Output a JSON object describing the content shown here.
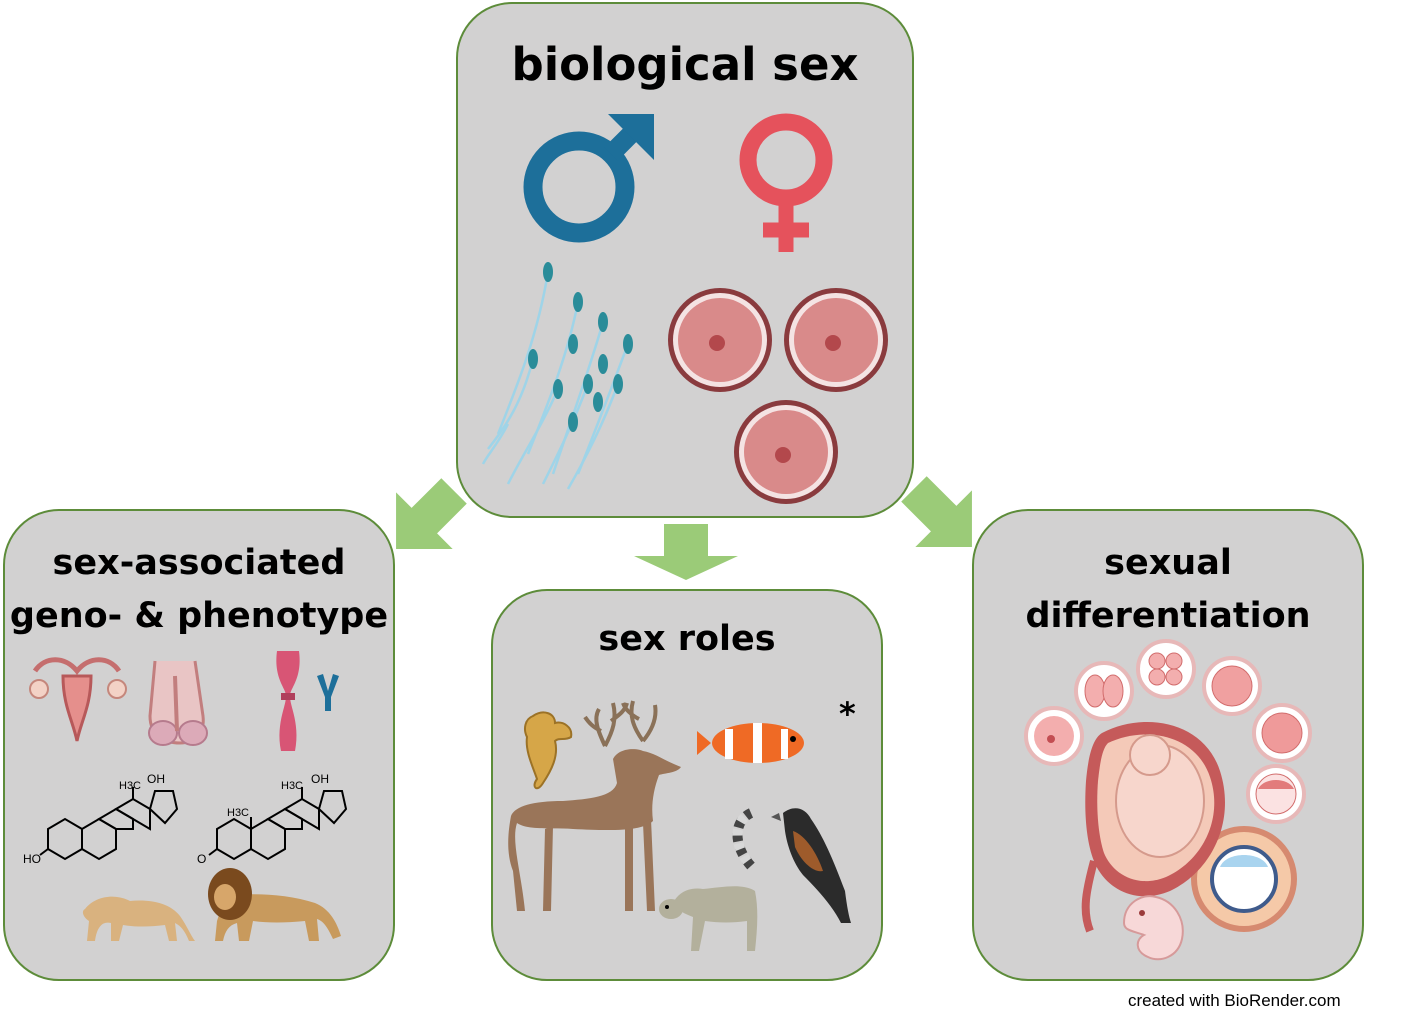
{
  "panels": {
    "top": {
      "title": "biological sex"
    },
    "left": {
      "title_line1": "sex-associated",
      "title_line2": "geno- & phenotype"
    },
    "middle": {
      "title": "sex roles",
      "marker": "*"
    },
    "right": {
      "title_line1": "sexual",
      "title_line2": "differentiation"
    }
  },
  "chemistry": {
    "estradiol": {
      "methyl": "H3C",
      "hydroxyl_top": "OH",
      "hydroxyl_left": "HO"
    },
    "testosterone": {
      "methyl_top": "H3C",
      "methyl_mid": "H3C",
      "hydroxyl_top": "OH",
      "keto": "O"
    }
  },
  "credit": "created with BioRender.com",
  "icons": [
    "male-symbol-icon",
    "female-symbol-icon",
    "sperm-cells-icon",
    "egg-cell-icon",
    "female-reproductive-organ-icon",
    "male-reproductive-organ-icon",
    "x-chromosome-icon",
    "y-chromosome-icon",
    "lioness-icon",
    "lion-icon",
    "seahorse-icon",
    "deer-icon",
    "clownfish-icon",
    "bird-icon",
    "lemur-icon",
    "embryo-development-icon",
    "fetus-in-uterus-icon"
  ],
  "colors": {
    "panel_fill": "#d2d1d1",
    "panel_border": "#5d8c3a",
    "arrow": "#9bcb78",
    "male": "#1d6f9a",
    "female": "#e5525c"
  }
}
